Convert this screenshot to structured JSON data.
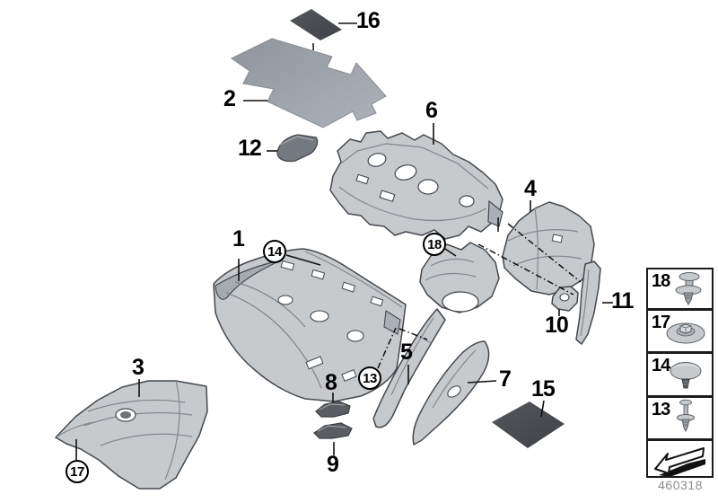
{
  "diagram": {
    "doc_number": "460318",
    "colors": {
      "part_fill": "#c6cacd",
      "part_outline": "#45494e",
      "mat_fill": "#9aa0a6",
      "dark_part_fill": "#46494d",
      "label_color": "#000000"
    },
    "callouts": {
      "n1": {
        "label": "1"
      },
      "n2": {
        "label": "2"
      },
      "n3": {
        "label": "3"
      },
      "n4": {
        "label": "4"
      },
      "n5": {
        "label": "5"
      },
      "n6": {
        "label": "6"
      },
      "n7": {
        "label": "7"
      },
      "n8": {
        "label": "8"
      },
      "n9": {
        "label": "9"
      },
      "n10": {
        "label": "10"
      },
      "n11": {
        "label": "11"
      },
      "n12": {
        "label": "12"
      },
      "n15": {
        "label": "15"
      },
      "n16": {
        "label": "16"
      }
    },
    "circled_callouts": {
      "c13": {
        "label": "13"
      },
      "c14": {
        "label": "14"
      },
      "c17": {
        "label": "17"
      },
      "c18": {
        "label": "18"
      }
    },
    "legend": {
      "items": [
        {
          "label": "18",
          "icon": "expanding-rivet-icon"
        },
        {
          "label": "17",
          "icon": "washer-nut-icon"
        },
        {
          "label": "14",
          "icon": "dome-clip-icon"
        },
        {
          "label": "13",
          "icon": "pin-rivet-icon"
        },
        {
          "label": "",
          "icon": "direction-of-travel-arrow-icon"
        }
      ]
    }
  }
}
